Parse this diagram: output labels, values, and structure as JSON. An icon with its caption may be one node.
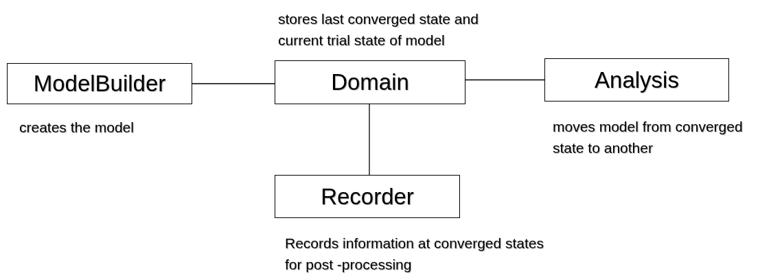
{
  "diagram": {
    "nodes": [
      {
        "text": [
          "ModelBuilder"
        ],
        "beside": [
          "creates the model"
        ]
      },
      {
        "text": [
          "Domain"
        ],
        "beside": [
          "stores last converged state and current trial state of model"
        ]
      },
      {
        "text": [
          "Analysis"
        ],
        "beside": [
          "moves model from converged state to another"
        ]
      },
      {
        "text": [
          "Recorder"
        ],
        "beside": [
          "Records information at converged states for post -processing"
        ]
      }
    ],
    "edges": [
      {
        "from": 0,
        "to": 1,
        "arrow": "none"
      },
      {
        "from": 1,
        "to": 2,
        "arrow": "none"
      },
      {
        "from": 1,
        "to": 3,
        "arrow": "none"
      }
    ]
  }
}
